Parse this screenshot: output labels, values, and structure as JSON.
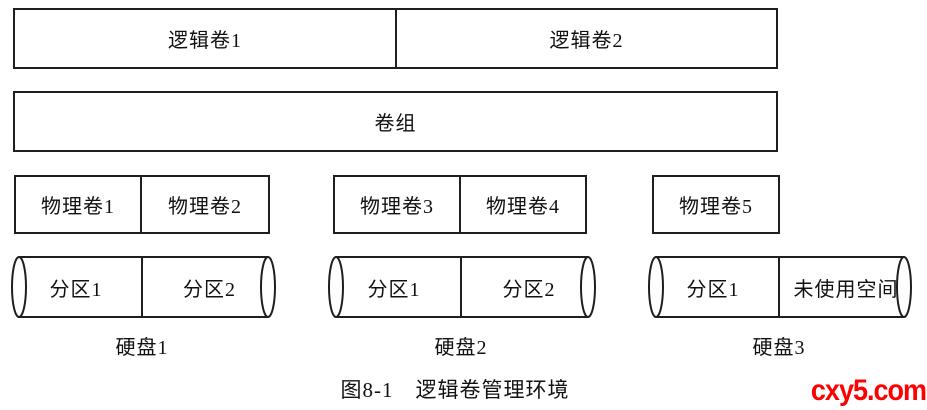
{
  "diagram": {
    "logical_volumes": [
      {
        "label": "逻辑卷1"
      },
      {
        "label": "逻辑卷2"
      }
    ],
    "volume_group": {
      "label": "卷组"
    },
    "physical_volume_groups": [
      {
        "cells": [
          "物理卷1",
          "物理卷2"
        ]
      },
      {
        "cells": [
          "物理卷3",
          "物理卷4"
        ]
      },
      {
        "cells": [
          "物理卷5"
        ]
      }
    ],
    "disks": [
      {
        "partitions": [
          "分区1",
          "分区2"
        ],
        "label": "硬盘1"
      },
      {
        "partitions": [
          "分区1",
          "分区2"
        ],
        "label": "硬盘2"
      },
      {
        "partitions": [
          "分区1",
          "未使用空间"
        ],
        "label": "硬盘3"
      }
    ],
    "caption": {
      "figure_number": "图8-1",
      "title": "逻辑卷管理环境"
    },
    "watermark": {
      "text": "cxy5.com",
      "color": "#ff0000"
    },
    "line_color": "#1f1f1f"
  }
}
